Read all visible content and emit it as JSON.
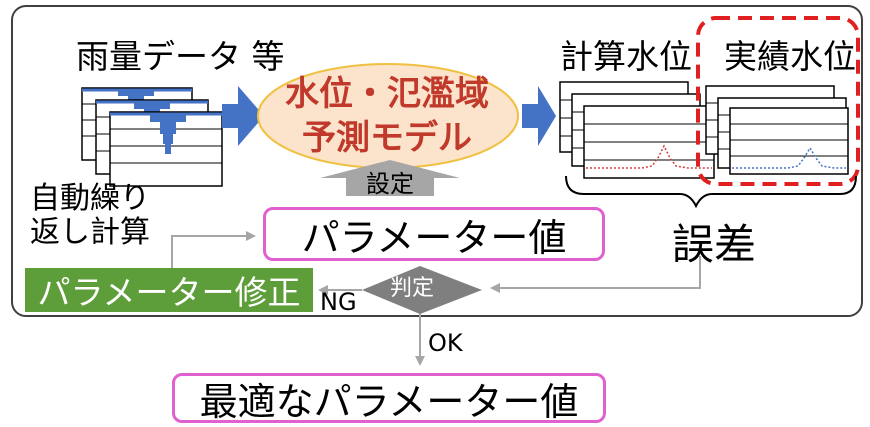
{
  "labels": {
    "rain_data": "雨量データ 等",
    "model_line1": "水位・氾濫域",
    "model_line2": "予測モデル",
    "calc_level": "計算水位",
    "actual_level": "実績水位",
    "setting": "設定",
    "auto_calc_line1": "自動繰り",
    "auto_calc_line2": "返し計算",
    "parameter_value": "パラメーター値",
    "error": "誤差",
    "parameter_fix": "パラメーター修正",
    "judgement": "判定",
    "ng": "NG",
    "ok": "OK",
    "optimal_parameter": "最適なパラメーター値"
  },
  "colors": {
    "arrow_blue": "#4472c4",
    "model_fill": "#fbe3cc",
    "model_border": "#f0c040",
    "model_text": "#c0392b",
    "highlight_red": "#e02020",
    "param_border": "#e060d0",
    "fix_fill": "#5e9e3a",
    "judge_fill": "#7f7f7f",
    "connector_gray": "#a6a6a6",
    "calc_series": "#d04040",
    "actual_series": "#4472c4"
  }
}
